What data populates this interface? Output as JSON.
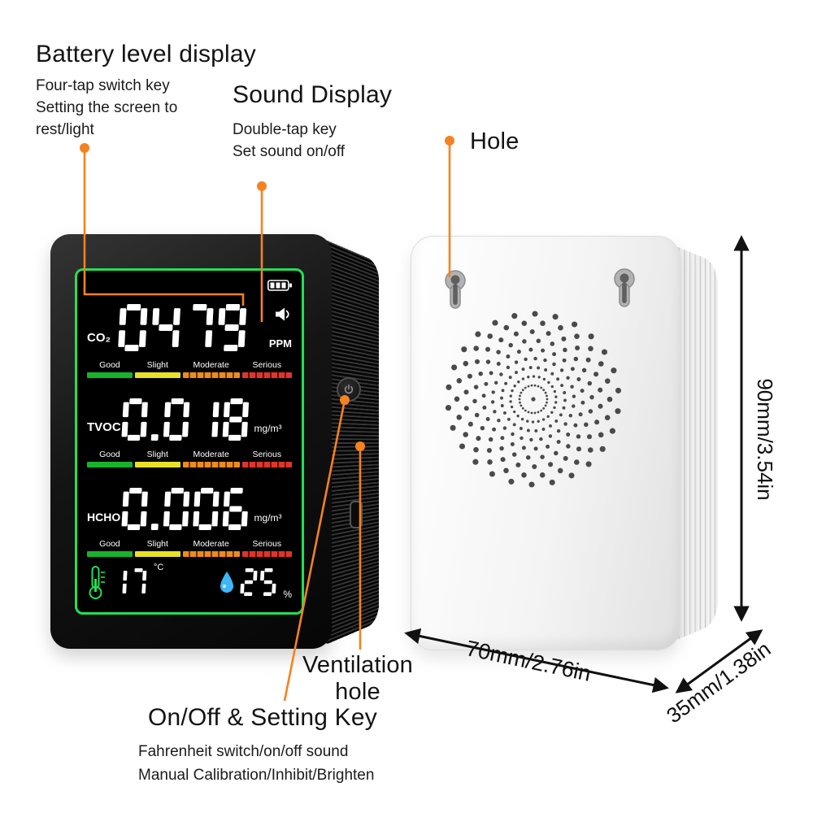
{
  "colors": {
    "accent_orange": "#f58220",
    "screen_border_green": "#22e055",
    "scale_green": "#16b42a",
    "scale_yellow": "#e8e227",
    "scale_orange": "#f08a1d",
    "scale_red": "#e0352a",
    "humidity_blue": "#3fb6f5"
  },
  "annotations": {
    "battery": {
      "title": "Battery level display",
      "sub1": "Four-tap switch key",
      "sub2": "Setting the screen to",
      "sub3": "rest/light"
    },
    "sound": {
      "title": "Sound Display",
      "sub1": "Double-tap key",
      "sub2": "Set sound on/off"
    },
    "hole": {
      "label": "Hole"
    },
    "ventilation": {
      "line1": "Ventilation",
      "line2": "hole"
    },
    "power_key": {
      "title": "On/Off & Setting Key",
      "sub1": "Fahrenheit switch/on/off sound",
      "sub2": "Manual Calibration/Inhibit/Brighten"
    }
  },
  "screen": {
    "co2": {
      "label": "CO₂",
      "value": "0479",
      "unit": "PPM"
    },
    "tvoc": {
      "label": "TVOC",
      "value": "0.018",
      "unit": "mg/m³"
    },
    "hcho": {
      "label": "HCHO",
      "value": "0.006",
      "unit": "mg/m³"
    },
    "scale_labels": [
      "Good",
      "Slight",
      "Moderate",
      "Serious"
    ],
    "temperature": {
      "value": "17",
      "unit": "°C"
    },
    "humidity": {
      "value": "25",
      "unit": "%"
    }
  },
  "dimensions": {
    "width_label": "70mm/2.76in",
    "depth_label": "35mm/1.38in",
    "height_label": "90mm/3.54in"
  }
}
